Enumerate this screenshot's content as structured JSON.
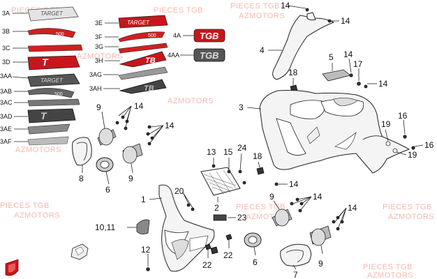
{
  "watermark": {
    "line1": "PIECES TGB",
    "line2": "AZMOTORS"
  },
  "decal_labels": {
    "d3A": "3A",
    "d3B": "3B",
    "d3C": "3C",
    "d3D": "3D",
    "d3AA": "3AA",
    "d3AB": "3AB",
    "d3AC": "3AC",
    "d3AD": "3AD",
    "d3AE": "3AE",
    "d3AF": "3AF",
    "d3E": "3E",
    "d3F": "3F",
    "d3G": "3G",
    "d3H": "3H",
    "d3AG": "3AG",
    "d3AH": "3AH",
    "d4A": "4A",
    "d4AA": "4AA"
  },
  "decal_text": {
    "target": "TARGET",
    "num": "500",
    "tgb": "TGB"
  },
  "part_labels": {
    "p14a": "14",
    "p14b": "14",
    "p4": "4",
    "p5": "5",
    "p14c": "14",
    "p18a": "18",
    "p17": "17",
    "p14d": "14",
    "p3": "3",
    "p9a": "9",
    "p14e": "14",
    "p14f": "14",
    "p8": "8",
    "p6a": "6",
    "p9b": "9",
    "p16a": "16",
    "p19a": "19",
    "p16b": "16",
    "p19b": "19",
    "p13": "13",
    "p15": "15",
    "p24": "24",
    "p18b": "18",
    "p14g": "14",
    "p1": "1",
    "p20": "20",
    "p2": "2",
    "p23": "23",
    "p1011": "10,11",
    "p12": "12",
    "p22a": "22",
    "p22b": "22",
    "p9c": "9",
    "p14h": "14",
    "p14i": "14",
    "p6b": "6",
    "p7": "7",
    "p9d": "9"
  },
  "colors": {
    "accent": "#d01f1f",
    "watermark": "#f4b8ae"
  }
}
